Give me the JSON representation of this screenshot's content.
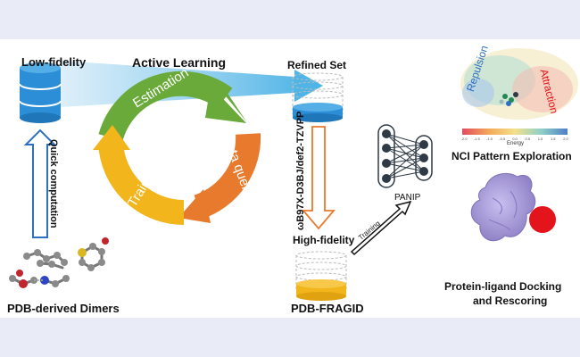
{
  "labels": {
    "low_fidelity": "Low-fidelity",
    "active_learning": "Active Learning",
    "refined_set": "Refined Set",
    "quick_computation": "Quick computation",
    "pdb_dimers": "PDB-derived Dimers",
    "estimation": "Estimation",
    "data_query": "Data query",
    "training_cycle": "Training",
    "method": "ωB97X-D3BJ/def2-TZVPP",
    "high_fidelity": "High-fidelity",
    "pdb_fragid": "PDB-FRAGID",
    "training_arrow": "Training",
    "panip": "PANIP",
    "repulsion": "Repulsion",
    "attraction": "Attraction",
    "energy": "Energy",
    "nci": "NCI Pattern Exploration",
    "docking_line1": "Protein-ligand Docking",
    "docking_line2": "and Rescoring"
  },
  "colorbar_ticks": [
    "-2.0",
    "-1.5",
    "-1.0",
    "-0.5",
    "0.0",
    "0.5",
    "1.0",
    "1.5",
    "2.0"
  ],
  "colors": {
    "db_blue": "#2b8ed6",
    "estimation_green": "#6aaa3a",
    "data_query_orange": "#e87a2d",
    "training_yellow": "#f2b51b",
    "arrow_blue": "#2f6fbf",
    "panip_dark": "#2e3a45",
    "ligand_red": "#e3141b",
    "protein_lilac": "#a99cd6"
  }
}
